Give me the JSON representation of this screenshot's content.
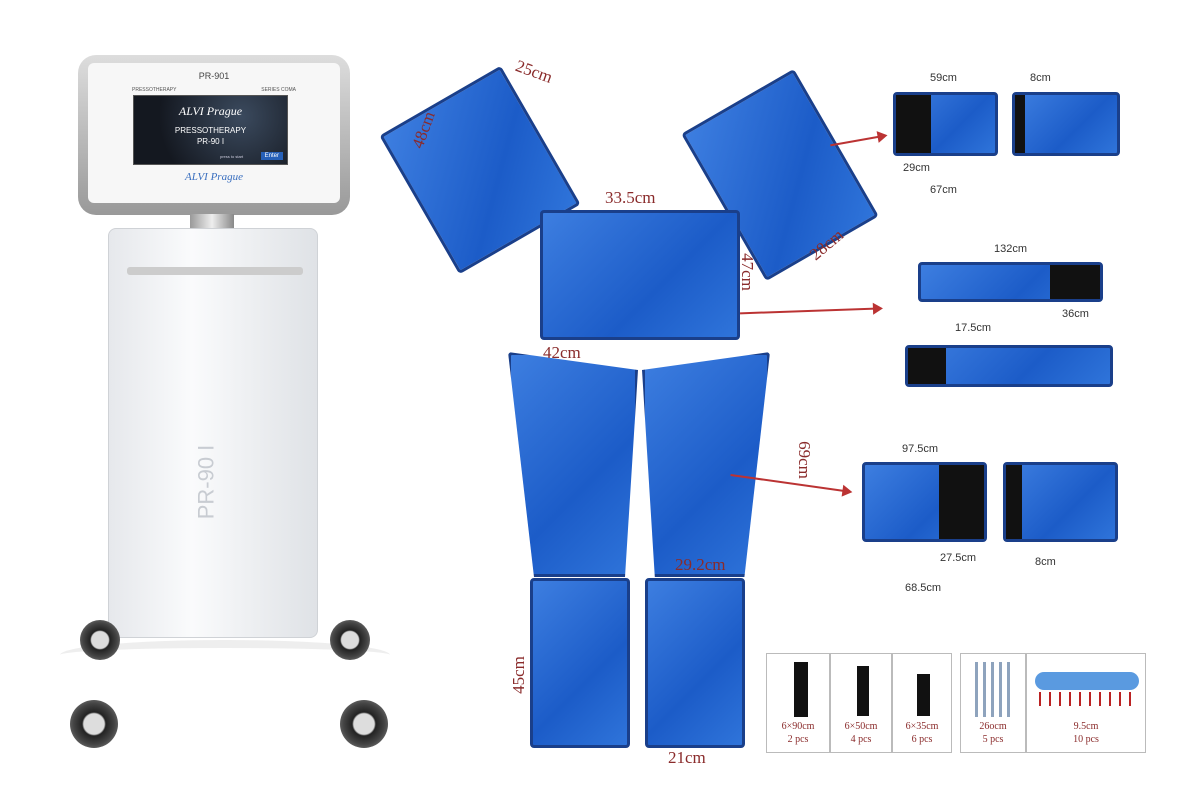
{
  "machine": {
    "model": "PR-901",
    "left_caption": "Pressotherapy",
    "right_caption": "Series Coma",
    "screen_title": "Pressotherapy",
    "screen_model": "PR-90 I",
    "screen_hint": "press to start",
    "enter_button": "Enter",
    "brand_logo": "ALVI Prague",
    "body_model": "PR-90 I"
  },
  "dimensions": {
    "arm_left": {
      "width": "25cm",
      "height": "48cm"
    },
    "arm_right": {
      "width": "28cm"
    },
    "abdomen": {
      "width": "33.5cm",
      "height": "47cm"
    },
    "leg_upper": {
      "width": "42cm",
      "height": "69cm",
      "bottom": "29.2cm"
    },
    "leg_lower": {
      "height": "45cm",
      "bottom": "21cm"
    },
    "arm_detail": {
      "top": "59cm",
      "side": "8cm",
      "inner": "29cm",
      "bottom": "67cm"
    },
    "belt_detail": {
      "length": "132cm",
      "tip": "36cm",
      "band": "17.5cm"
    },
    "leg_detail": {
      "top": "97.5cm",
      "inner": "27.5cm",
      "bottom": "68.5cm",
      "side": "8cm"
    }
  },
  "accessories": [
    {
      "size": "6×90cm",
      "qty": "2 pcs"
    },
    {
      "size": "6×50cm",
      "qty": "4 pcs"
    },
    {
      "size": "6×35cm",
      "qty": "6 pcs"
    },
    {
      "size": "26ocm",
      "qty": "5 pcs"
    },
    {
      "size": "9.5cm",
      "qty": "10 pcs"
    }
  ],
  "colors": {
    "pad_blue": "#2a6cd6",
    "label_red": "#8a2b2b",
    "strap_black": "#111111"
  }
}
